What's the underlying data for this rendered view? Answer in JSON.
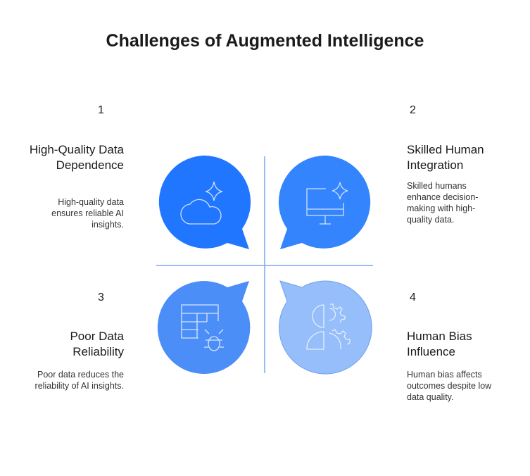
{
  "title": "Challenges of Augmented Intelligence",
  "colors": {
    "q1": "#2176FF",
    "q2": "#3485FD",
    "q3": "#4B8EF7",
    "q4": "#95BEFA",
    "line": "#7BA7EE"
  },
  "items": [
    {
      "num": "1",
      "heading": "High-Quality Data Dependence",
      "desc": "High-quality data ensures reliable AI insights.",
      "icon": "cloud-sparkle-icon"
    },
    {
      "num": "2",
      "heading": "Skilled Human Integration",
      "desc": "Skilled humans enhance decision-making with high-quality data.",
      "icon": "monitor-sparkle-icon"
    },
    {
      "num": "3",
      "heading": "Poor Data Reliability",
      "desc": "Poor data reduces the reliability of AI insights.",
      "icon": "table-bug-icon"
    },
    {
      "num": "4",
      "heading": "Human Bias Influence",
      "desc": "Human bias affects outcomes despite low data quality.",
      "icon": "human-gear-icon"
    }
  ]
}
